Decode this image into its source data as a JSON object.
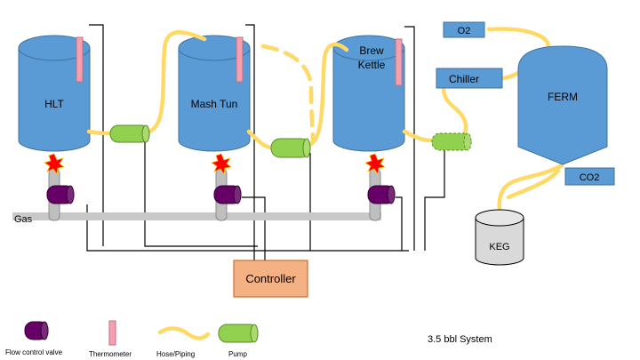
{
  "vessels": {
    "hlt": "HLT",
    "mash_tun": "Mash Tun",
    "brew_kettle_line1": "Brew",
    "brew_kettle_line2": "Kettle",
    "ferm": "FERM",
    "keg": "KEG"
  },
  "boxes": {
    "o2": "O2",
    "chiller": "Chiller",
    "co2": "CO2",
    "controller": "Controller"
  },
  "gas_label": "Gas",
  "system_label": "3.5 bbl System",
  "legend": [
    {
      "key": "flow_control_valve",
      "label": "Flow control valve",
      "icon": "flow-control-valve-icon"
    },
    {
      "key": "thermometer",
      "label": "Thermometer",
      "icon": "thermometer-icon"
    },
    {
      "key": "hose",
      "label": "Hose/Piping",
      "icon": "hose-icon"
    },
    {
      "key": "pump",
      "label": "Pump",
      "icon": "pump-icon"
    }
  ],
  "colors": {
    "vessel_blue": "#5b9bd5",
    "vessel_stroke": "#41719c",
    "hose_yellow": "#ffd966",
    "pump_green": "#92d050",
    "valve_purple": "#660066",
    "thermometer_pink": "#f4a0b0",
    "controller_orange": "#f4b183",
    "gas_pipe_gray": "#c8c8c8",
    "burner_red": "#ff0000",
    "keg_gray": "#d9d9d9"
  }
}
